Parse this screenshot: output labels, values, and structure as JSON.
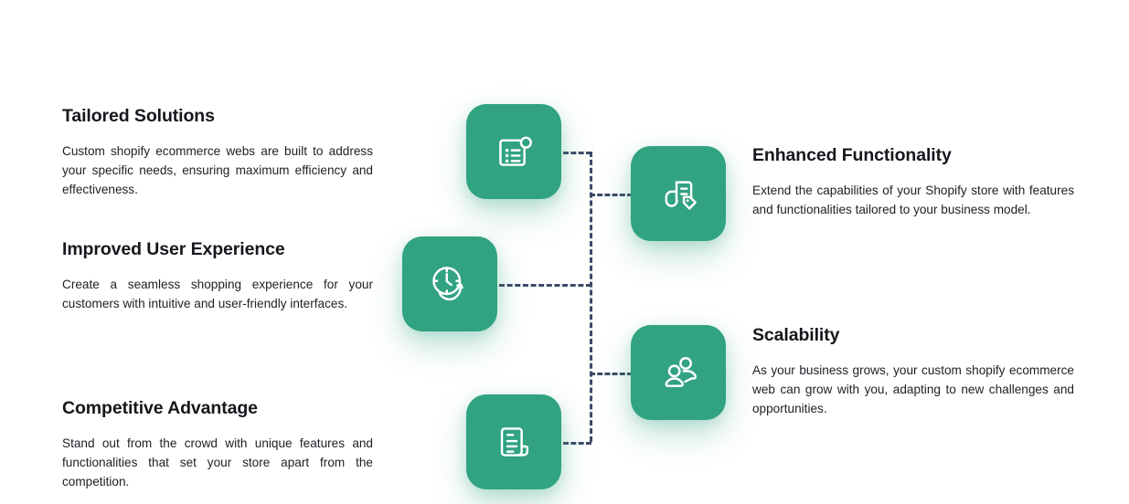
{
  "theme": {
    "accent_green": "#31a381",
    "connector_color": "#3c4a66",
    "background": "#ffffff",
    "icon_color": "#ffffff",
    "title_color": "#15171c",
    "body_color": "#1d1f25"
  },
  "blocks": [
    {
      "id": "tailored-solutions",
      "side": "left",
      "title": "Tailored Solutions",
      "body": "Custom shopify ecommerce webs are built to address your specific needs, ensuring maximum efficiency and effectiveness.",
      "icon": "checklist-document-icon"
    },
    {
      "id": "improved-user-experience",
      "side": "left",
      "title": "Improved User Experience",
      "body": "Create a seamless shopping experience for your customers with intuitive and user-friendly interfaces.",
      "icon": "clock-time-icon"
    },
    {
      "id": "competitive-advantage",
      "side": "left",
      "title": "Competitive Advantage",
      "body": "Stand out from the crowd with unique features and functionalities that set your store apart from the competition.",
      "icon": "invoice-receipt-icon"
    },
    {
      "id": "enhanced-functionality",
      "side": "right",
      "title": "Enhanced Functionality",
      "body": "Extend the capabilities of your Shopify store with features and functionalities tailored to your business model.",
      "icon": "document-price-tag-icon"
    },
    {
      "id": "scalability",
      "side": "right",
      "title": "Scalability",
      "body": "As your business grows, your custom shopify ecommerce web can grow with you, adapting to new challenges and opportunities.",
      "icon": "users-group-icon"
    }
  ]
}
